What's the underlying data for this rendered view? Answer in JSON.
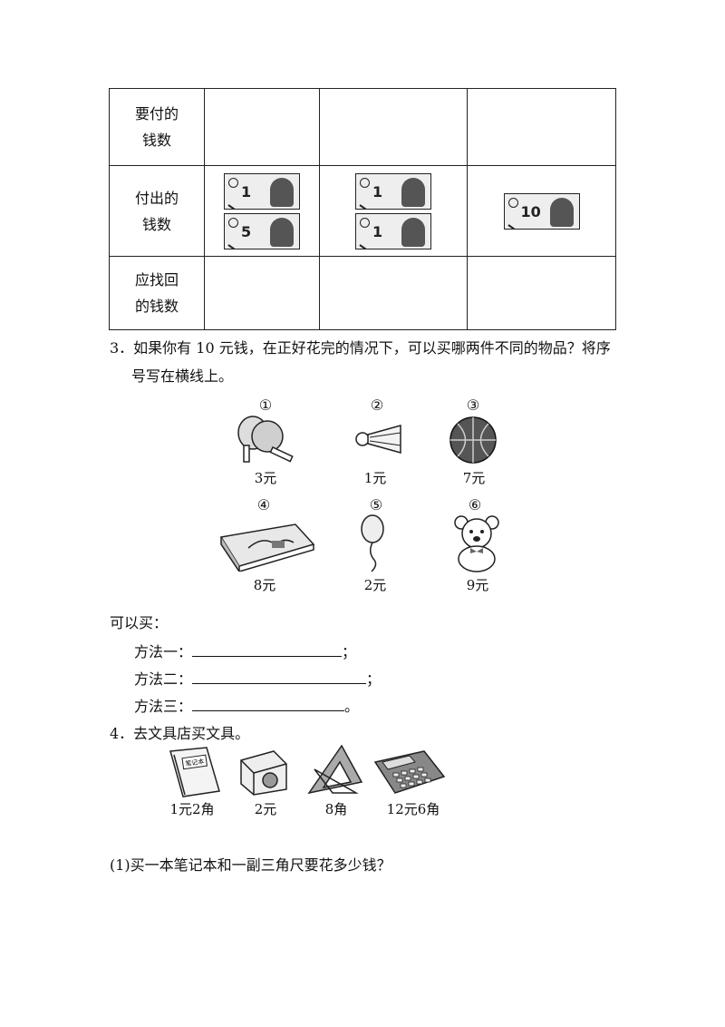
{
  "table": {
    "rows": [
      {
        "label": "要付的\n钱数"
      },
      {
        "label": "付出的\n钱数"
      },
      {
        "label": "应找回\n的钱数"
      }
    ],
    "payments": [
      {
        "notes": [
          "1",
          "5"
        ]
      },
      {
        "notes": [
          "1",
          "1"
        ]
      },
      {
        "notes": [
          "10"
        ]
      }
    ]
  },
  "q3": {
    "line1": "3．如果你有 10 元钱，在正好花完的情况下，可以买哪两件不同的物品？将序",
    "line2": "号写在横线上。",
    "items": [
      {
        "num": "①",
        "price": "3元",
        "icon": "ping-pong-paddles"
      },
      {
        "num": "②",
        "price": "1元",
        "icon": "shuttlecock"
      },
      {
        "num": "③",
        "price": "7元",
        "icon": "basketball"
      },
      {
        "num": "④",
        "price": "8元",
        "icon": "pencil-case"
      },
      {
        "num": "⑤",
        "price": "2元",
        "icon": "balloon"
      },
      {
        "num": "⑥",
        "price": "9元",
        "icon": "teddy-bear"
      }
    ],
    "can_buy": "可以买：",
    "methods": [
      {
        "label": "方法一：",
        "end": "；"
      },
      {
        "label": "方法二：",
        "end": "；"
      },
      {
        "label": "方法三：",
        "end": "。"
      }
    ]
  },
  "q4": {
    "title": "4．去文具店买文具。",
    "items": [
      {
        "price": "1元2角",
        "icon": "notebook",
        "cover": "笔记本"
      },
      {
        "price": "2元",
        "icon": "pencil-sharpener"
      },
      {
        "price": "8角",
        "icon": "set-square"
      },
      {
        "price": "12元6角",
        "icon": "calculator"
      }
    ],
    "sub1": "(1)买一本笔记本和一副三角尺要花多少钱？"
  }
}
